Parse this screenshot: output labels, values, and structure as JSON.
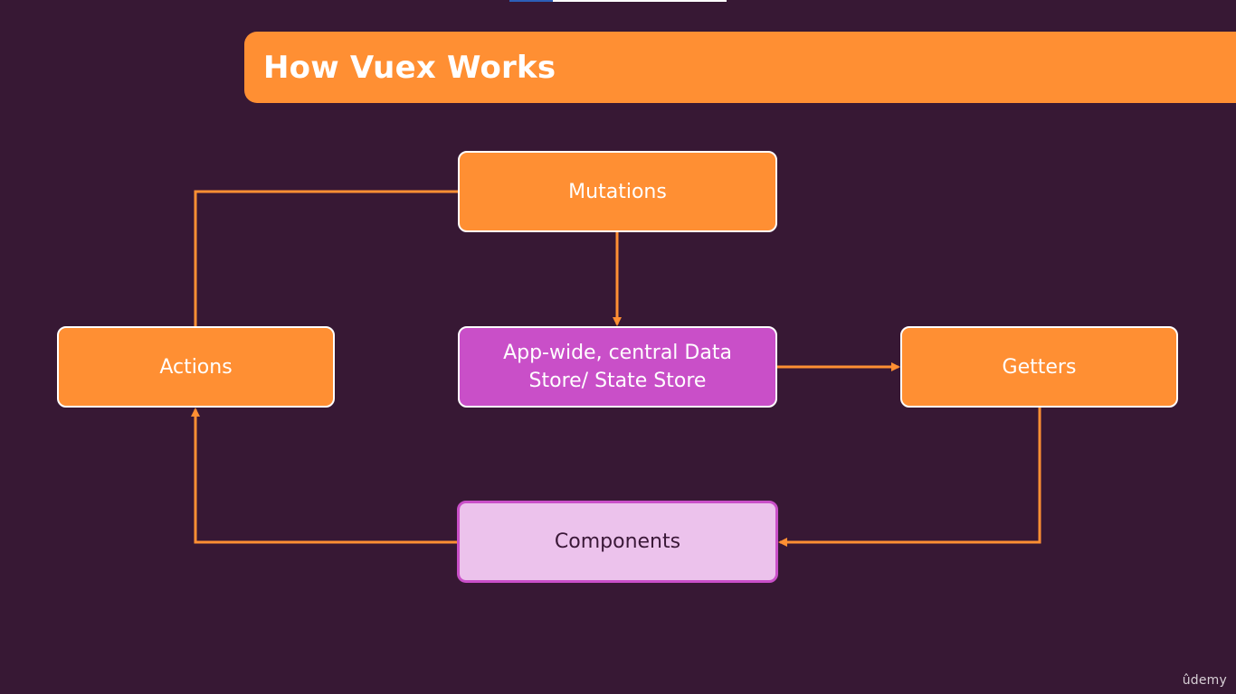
{
  "header": {
    "title": "How Vuex Works"
  },
  "diagram": {
    "nodes": {
      "mutations": "Mutations",
      "actions": "Actions",
      "store": "App-wide, central Data Store/ State Store",
      "getters": "Getters",
      "components": "Components"
    },
    "edges": [
      {
        "from": "Mutations",
        "to": "App-wide, central Data Store/ State Store"
      },
      {
        "from": "App-wide, central Data Store/ State Store",
        "to": "Getters"
      },
      {
        "from": "Getters",
        "to": "Components"
      },
      {
        "from": "Components",
        "to": "Actions"
      },
      {
        "from": "Actions",
        "to": "Mutations"
      }
    ]
  },
  "branding": {
    "logo_text": "ûdemy"
  },
  "colors": {
    "background": "#371834",
    "accent_orange": "#ff8f33",
    "store_purple": "#c94fc8",
    "components_pink": "#ecc2ec"
  }
}
